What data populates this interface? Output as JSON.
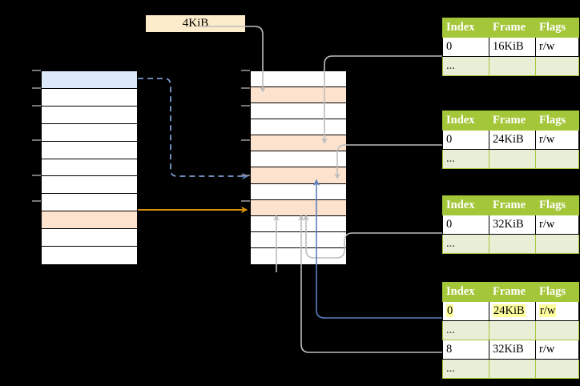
{
  "diagram": {
    "title_label": "4KiB",
    "page_size_label": "4KiB",
    "colors": {
      "header_green": "#a4c639",
      "ellipsis_row": "#e9eed6",
      "highlight_yellow": "#ffff9e",
      "peach_row": "#fde3cd",
      "blue_row": "#dce9f9",
      "blue_arrow": "#5b7fbd",
      "orange_arrow": "#d9930a",
      "gray_connector": "#bdbdbd",
      "label_bg": "#fdeccb",
      "background": "#000000"
    }
  },
  "virtual_column": {
    "name": "virtual-address-space-column",
    "rows": [
      {
        "fill": "blue"
      },
      {
        "fill": "white"
      },
      {
        "fill": "white"
      },
      {
        "fill": "white"
      },
      {
        "fill": "white"
      },
      {
        "fill": "white"
      },
      {
        "fill": "white"
      },
      {
        "fill": "white"
      },
      {
        "fill": "peach"
      },
      {
        "fill": "white"
      },
      {
        "fill": "white"
      }
    ]
  },
  "physical_column": {
    "name": "physical-memory-column",
    "rows": [
      {
        "fill": "white"
      },
      {
        "fill": "peach"
      },
      {
        "fill": "white"
      },
      {
        "fill": "white"
      },
      {
        "fill": "peach"
      },
      {
        "fill": "white"
      },
      {
        "fill": "peach"
      },
      {
        "fill": "white"
      },
      {
        "fill": "peach"
      },
      {
        "fill": "white"
      },
      {
        "fill": "white"
      },
      {
        "fill": "white"
      }
    ]
  },
  "tables": [
    {
      "name": "page-table-level-1",
      "headers": [
        "Index",
        "Frame",
        "Flags"
      ],
      "rows": [
        {
          "cells": [
            "0",
            "16KiB",
            "r/w"
          ],
          "ellipsis": false,
          "highlight": []
        },
        {
          "cells": [
            "...",
            "",
            ""
          ],
          "ellipsis": true,
          "highlight": []
        }
      ]
    },
    {
      "name": "page-table-level-2",
      "headers": [
        "Index",
        "Frame",
        "Flags"
      ],
      "rows": [
        {
          "cells": [
            "0",
            "24KiB",
            "r/w"
          ],
          "ellipsis": false,
          "highlight": []
        },
        {
          "cells": [
            "...",
            "",
            ""
          ],
          "ellipsis": true,
          "highlight": []
        }
      ]
    },
    {
      "name": "page-table-level-3",
      "headers": [
        "Index",
        "Frame",
        "Flags"
      ],
      "rows": [
        {
          "cells": [
            "0",
            "32KiB",
            "r/w"
          ],
          "ellipsis": false,
          "highlight": []
        },
        {
          "cells": [
            "...",
            "",
            ""
          ],
          "ellipsis": true,
          "highlight": []
        }
      ]
    },
    {
      "name": "page-table-level-4",
      "headers": [
        "Index",
        "Frame",
        "Flags"
      ],
      "rows": [
        {
          "cells": [
            "0",
            "24KiB",
            "r/w"
          ],
          "ellipsis": false,
          "highlight": [
            true,
            true,
            true
          ]
        },
        {
          "cells": [
            "...",
            "",
            ""
          ],
          "ellipsis": true,
          "highlight": []
        },
        {
          "cells": [
            "8",
            "32KiB",
            "r/w"
          ],
          "ellipsis": false,
          "highlight": []
        },
        {
          "cells": [
            "...",
            "",
            ""
          ],
          "ellipsis": true,
          "highlight": []
        }
      ]
    }
  ]
}
